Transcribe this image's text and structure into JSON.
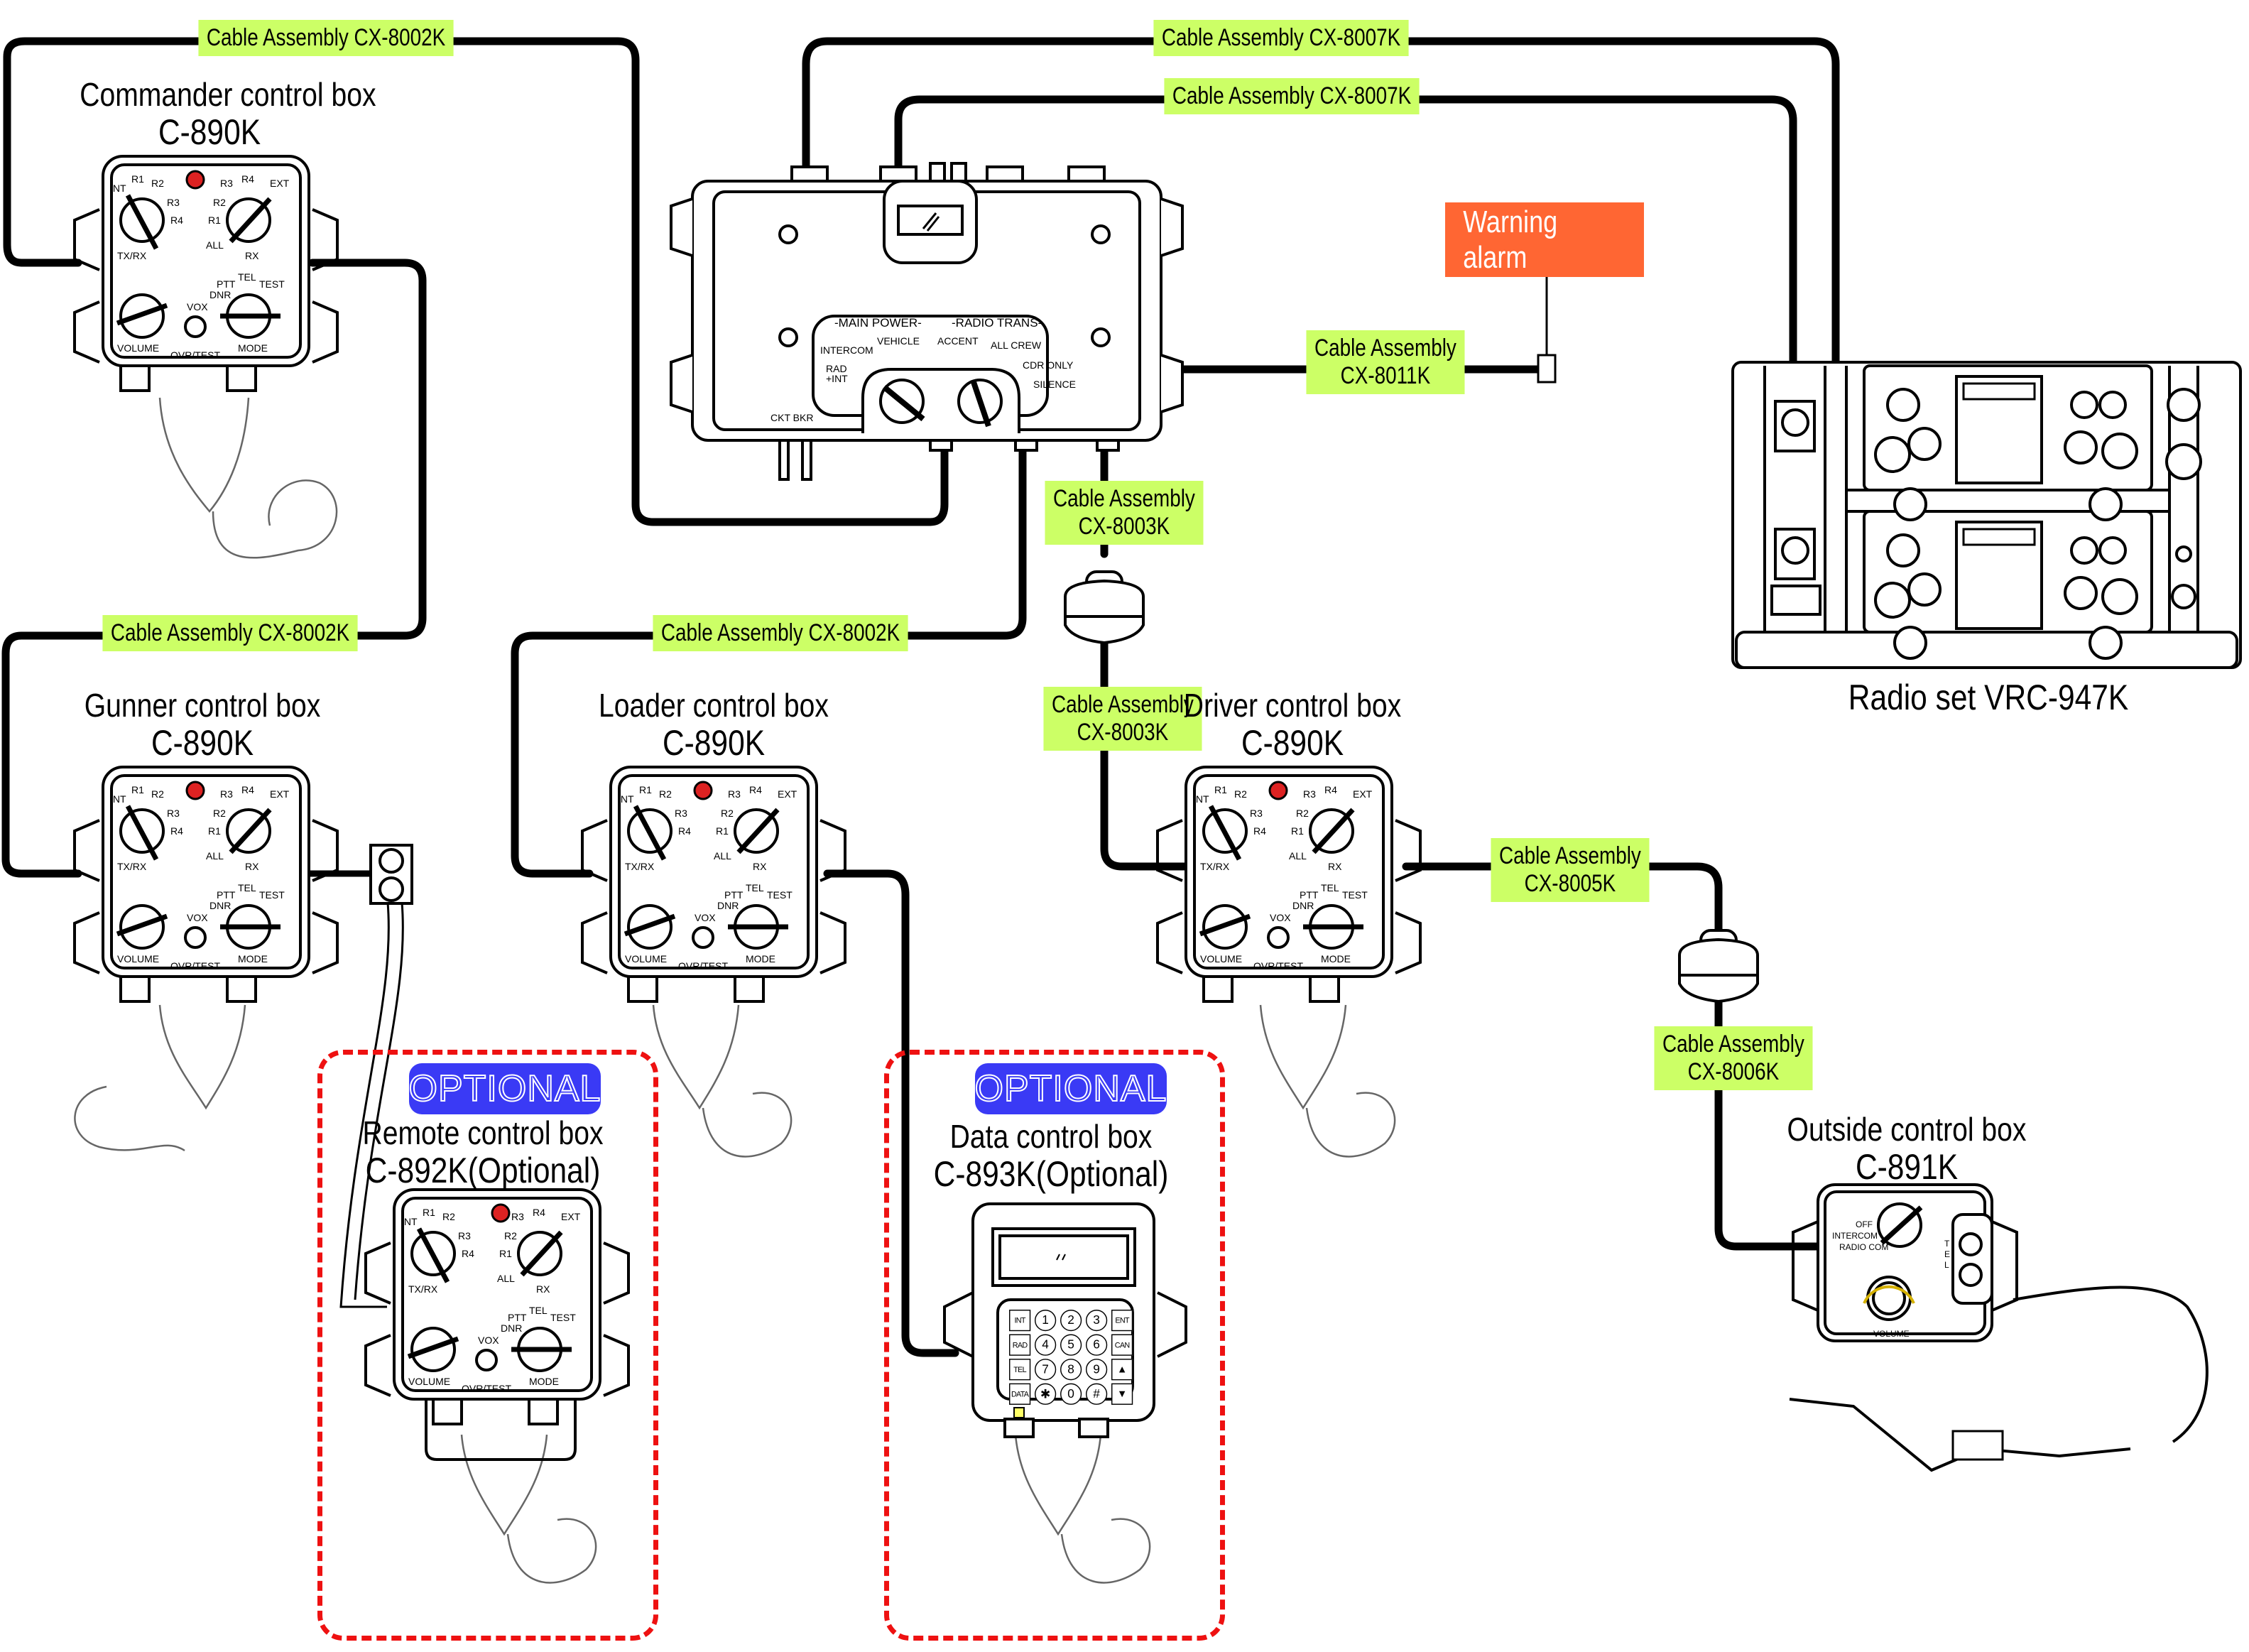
{
  "colors": {
    "cable_label_bg": "#ccff66",
    "warning_bg": "#ff6633",
    "optional_badge_bg": "#3a3af5",
    "optional_frame": "#ee1111",
    "led_red": "#dd2222",
    "data_indicator": "#ffff66",
    "volume_arc": "#d4b000"
  },
  "cables": {
    "cmd_top": "Cable Assembly CX-8002K",
    "gunner": "Cable Assembly CX-8002K",
    "loader": "Cable Assembly CX-8002K",
    "radio_top1": "Cable Assembly CX-8007K",
    "radio_top2": "Cable Assembly CX-8007K",
    "alarm_l1": "Cable Assembly",
    "alarm_l2": "CX-8011K",
    "c8003a_l1": "Cable Assembly",
    "c8003a_l2": "CX-8003K",
    "c8003b_l1": "Cable Assembly",
    "c8003b_l2": "CX-8003K",
    "c8005_l1": "Cable Assembly",
    "c8005_l2": "CX-8005K",
    "c8006_l1": "Cable Assembly",
    "c8006_l2": "CX-8006K"
  },
  "devices": {
    "commander": {
      "name": "Commander control box",
      "model": "C-890K"
    },
    "gunner": {
      "name": "Gunner control box",
      "model": "C-890K"
    },
    "loader": {
      "name": "Loader control box",
      "model": "C-890K"
    },
    "driver": {
      "name": "Driver control box",
      "model": "C-890K"
    },
    "remote": {
      "name": "Remote control box",
      "model": "C-892K(Optional)"
    },
    "data": {
      "name": "Data control box",
      "model": "C-893K(Optional)"
    },
    "outside": {
      "name": "Outside control box",
      "model": "C-891K"
    },
    "radio": {
      "name": "Radio set VRC-947K"
    },
    "alarm": {
      "name": "Warning alarm"
    }
  },
  "optional_badge": "OPTIONAL",
  "control_box_panel": {
    "txrx_positions": [
      "INT",
      "R1",
      "R2",
      "R3",
      "R4"
    ],
    "txrx_label": "TX/RX",
    "rx_positions": [
      "ALL",
      "R1",
      "R2",
      "R3",
      "R4",
      "EXT"
    ],
    "rx_label": "RX",
    "volume_label": "VOLUME",
    "ovr_label": "OVR/TEST",
    "mode_positions": [
      "VOX",
      "DNR",
      "PTT",
      "TEL",
      "TEST"
    ],
    "mode_label": "MODE"
  },
  "amplifier_panel": {
    "main_power_label": "-MAIN POWER-",
    "radio_trans_label": "-RADIO TRANS-",
    "main_power_positions": [
      "RAD +INT",
      "INTERCOM",
      "VEHICLE"
    ],
    "radio_trans_positions": [
      "ACCENT",
      "ALL CREW",
      "CDR ONLY",
      "SILENCE"
    ],
    "ckt_bkr": "CKT BKR"
  },
  "data_keypad": [
    "INT",
    "1",
    "2",
    "3",
    "ENT",
    "RAD",
    "4",
    "5",
    "6",
    "CAN",
    "TEL",
    "7",
    "8",
    "9",
    "▲",
    "DATA",
    "✱",
    "0",
    "#",
    "▼"
  ],
  "outside_panel": {
    "switch_positions": [
      "OFF",
      "INTERCOM",
      "RADIO COM"
    ],
    "volume_label": "VOLUME",
    "tel_label": "TEL"
  }
}
